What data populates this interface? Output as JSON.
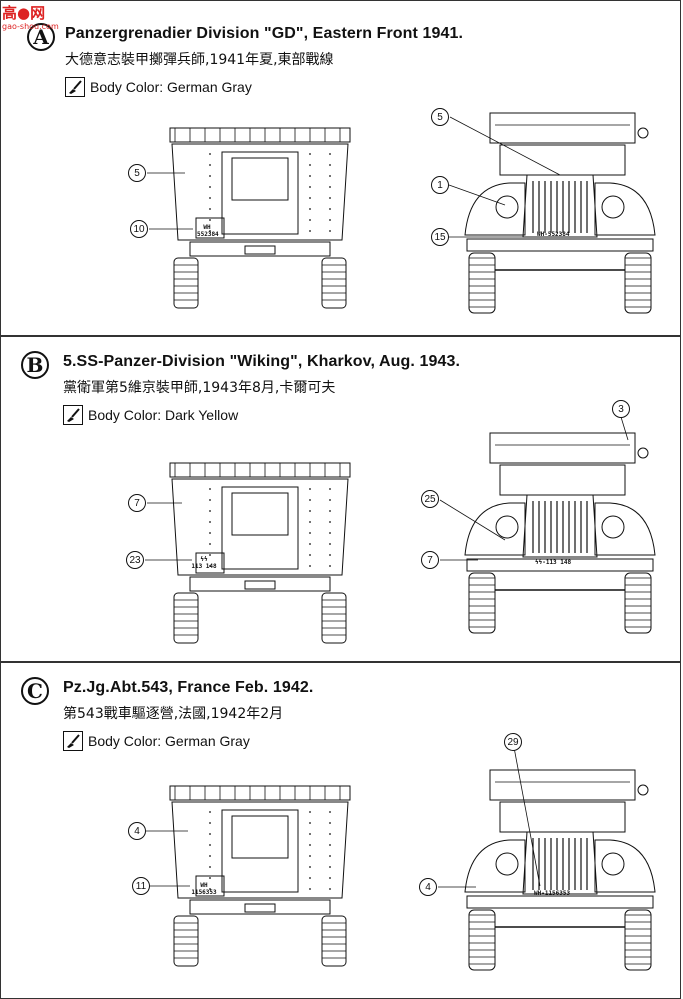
{
  "watermark": {
    "main": "高●网",
    "sub": "gao-shou.com"
  },
  "schemes": [
    {
      "letter": "A",
      "title": "Panzergrenadier Division \"GD\", Eastern Front 1941.",
      "subtitle": "大德意志裝甲擲彈兵師,1941年夏,東部戰線",
      "body_color": "Body Color: German Gray",
      "rear_plate": {
        "top": "WH",
        "bottom": "552384"
      },
      "front_plate": "WH-552384",
      "callouts": [
        "5",
        "10",
        "5",
        "1",
        "15"
      ]
    },
    {
      "letter": "B",
      "title": "5.SS-Panzer-Division \"Wiking\", Kharkov, Aug. 1943.",
      "subtitle": "黨衛軍第5維京裝甲師,1943年8月,卡爾可夫",
      "body_color": "Body Color: Dark Yellow",
      "rear_plate": {
        "top": "ϟϟ",
        "bottom": "113 148"
      },
      "front_plate": "ϟϟ-113 148",
      "callouts": [
        "7",
        "23",
        "3",
        "25",
        "7"
      ]
    },
    {
      "letter": "C",
      "title": "Pz.Jg.Abt.543, France Feb. 1942.",
      "subtitle": "第543戰車驅逐營,法國,1942年2月",
      "body_color": "Body Color: German Gray",
      "rear_plate": {
        "top": "WH",
        "bottom": "1156353"
      },
      "front_plate": "WH-1156353",
      "callouts": [
        "4",
        "11",
        "29",
        "4"
      ]
    }
  ]
}
